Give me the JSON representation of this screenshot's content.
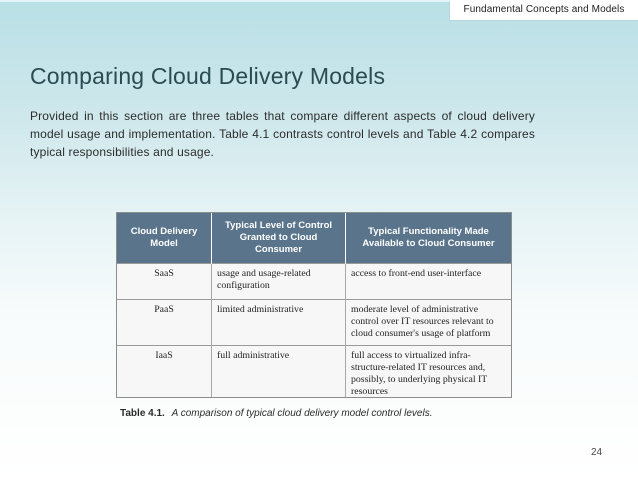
{
  "header_tag": "Fundamental Concepts and Models",
  "title": "Comparing Cloud Delivery Models",
  "body": "Provided in this section are three tables that compare different aspects of cloud delivery model usage and implementation. Table 4.1 contrasts control levels and Table 4.2 compares typical responsibilities and usage.",
  "table": {
    "headers": [
      "Cloud Delivery Model",
      "Typical Level of Control Granted to Cloud Consumer",
      "Typical Functionality Made Available to Cloud Consumer"
    ],
    "rows": [
      {
        "model": "SaaS",
        "control": "usage and usage-related configuration",
        "functionality": "access to front-end user-interface"
      },
      {
        "model": "PaaS",
        "control": "limited administrative",
        "functionality": "moderate level of administrative control over IT resources relevant to cloud consumer's usage of platform"
      },
      {
        "model": "IaaS",
        "control": "full administrative",
        "functionality": "full access to virtualized infra-structure-related IT resources and, possibly, to underlying physical IT resources"
      }
    ]
  },
  "caption": {
    "label": "Table 4.1.",
    "text": "A comparison of typical cloud delivery model control levels."
  },
  "page_number": "24",
  "colors": {
    "table_header_bg": "#5a748c",
    "title_text": "#2a4b52",
    "gradient_top": "#b9dfe6",
    "gradient_bottom": "#ffffff"
  }
}
